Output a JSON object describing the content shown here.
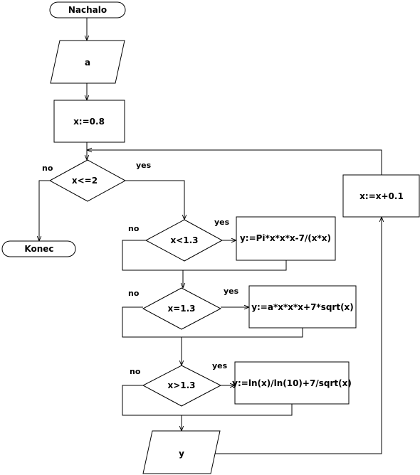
{
  "nodes": {
    "start": "Nachalo",
    "input_a": "a",
    "init_x": "x:=0.8",
    "cond_x_le_2": "x<=2",
    "end": "Konec",
    "increment": "x:=x+0.1",
    "cond_x_lt_13": "x<1.3",
    "calc_y1": "y:=Pi*x*x*x-7/(x*x)",
    "cond_x_eq_13": "x=1.3",
    "calc_y2": "y:=a*x*x*x+7*sqrt(x)",
    "cond_x_gt_13": "x>1.3",
    "calc_y3": "y:=ln(x)/ln(10)+7/sqrt(x)",
    "output_y": "y"
  },
  "branch_labels": {
    "cond1_no": "no",
    "cond1_yes": "yes",
    "cond2_no": "no",
    "cond2_yes": "yes",
    "cond3_no": "no",
    "cond3_yes": "yes",
    "cond4_no": "no",
    "cond4_yes": "yes"
  }
}
